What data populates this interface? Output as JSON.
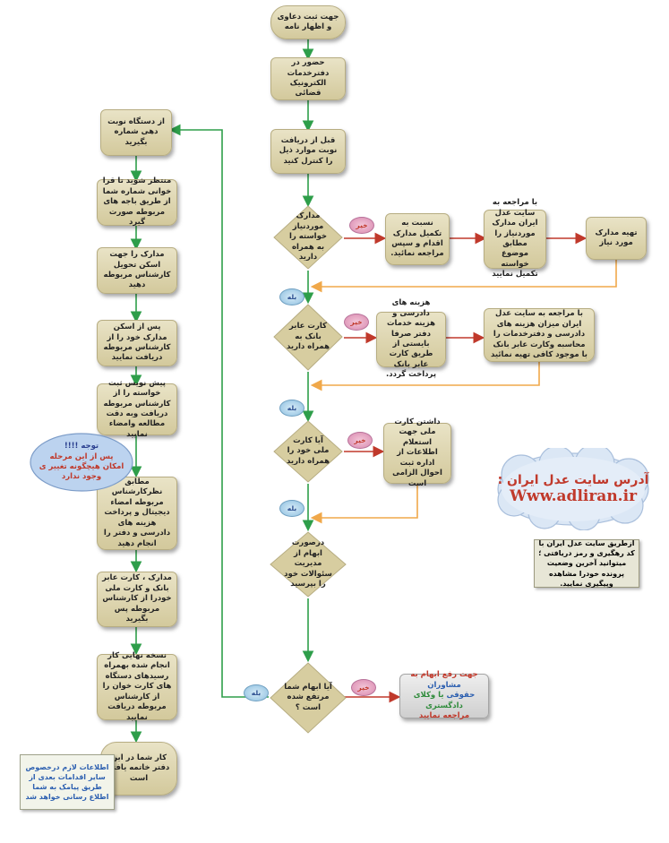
{
  "nodes": {
    "start": "جهت ثبت دعاوی و اظهار نامه",
    "step1": "حضور در دفترخدمات الکترونیک قضائی",
    "step2": "قبل از دریافت نوبت موارد ذیل را کنترل کنید",
    "d1": "مدارک موردنیاز خواسته را به همراه دارید",
    "d1_no_a": "نسبت به تکمیل مدارک اقدام و سپس مراجعه نمائید.",
    "d1_no_b": "با مراجعه به سایت عدل ایران مدارک موردنیاز را مطابق موضوع خواسته تکمیل نمایید",
    "d1_no_c": "تهیه مدارک مورد نیاز",
    "d2": "کارت عابر بانک به همراه دارید",
    "d2_no_a": "هزینه های دادرسی و هزینه خدمات دفتر صرفا بایستی از طریق کارت عابر بانک پرداخت گردد.",
    "d2_no_b": "با مراجعه به سایت عدل ایران میزان هزینه های دادرسی و دفترخدمات را محاسبه وکارت عابر بانک با موجود کافی تهیه نمائید",
    "d3": "آیا کارت ملی خود را همراه دارید",
    "d3_no": "داشتن کارت ملی جهت استعلام اطلاعات از اداره ثبت احوال الزامی است",
    "d4": "درصورت ابهام از مدیریت سئوالات خود را بپرسید",
    "d5": "آیا ابهام شما مرتفع شده است ؟",
    "d5_no_line1": "جهت رفع ابهام به",
    "d5_no_line1b": "مشاوران",
    "d5_no_line2": "حقوقی",
    "d5_no_line2b": "یا وکلای دادگستری",
    "d5_no_line3": "مراجعه نمایید",
    "l1": "از دستگاه نوبت دهی شماره بگیرید",
    "l2": "منتظر شوید تا قرا خوانی شماره شما از طریق باجه های مربوطه صورت گیرد",
    "l3": "مدارک را جهت اسکن تحویل کارشناس مربوطه دهید",
    "l4": "پس از اسکن مدارک خود را از کارشناس مربوطه دریافت نمایید",
    "l5": "پیش نویس ثبت خواسته را از کارشناس مربوطه دریافت وبه دقت مطالعه وامضاء نمایید",
    "l6": "مطابق نظرکارشناس مربوطه امضاء دیجیتال و پرداخت هزینه های دادرسی و دفتر را انجام دهید",
    "l7": "مدارک ، کارت عابر بانک و کارت ملی خودرا از کارشناس مربوطه پس بگیرید",
    "l8": "نسخه نهایی کار انجام شده بهمراه رسیدهای دستگاه های کارت خوان را از کارشناس مربوطه دریافت نمایید",
    "l9": "کار شما در این دفتر خاتمه یافته است"
  },
  "tags": {
    "no": "خیر",
    "yes": "بله"
  },
  "warning": {
    "title": "توجه !!!!",
    "body": "پس از این مرحله امکان هیچگونه تغییر ی وجود ندارد"
  },
  "site": {
    "title": "آدرس سایت عدل ایران :",
    "url": "Www.adliran.ir"
  },
  "site_info": "ازطریق سایت عدل ایران با کد رهگیری و رمز دریافتی ؛ میتوانید آخرین وضعیت پرونده خودرا مشاهده وپیگیری نمایید.",
  "sms_note": "اطلاعات لازم درخصوص سایر اقدامات بعدی از طریق پیامک به شما اطلاع رسانی خواهد شد",
  "colors": {
    "green": "#2e9e4a",
    "red": "#c0392b",
    "orange": "#f0a84a",
    "box": "#d9cfa3"
  }
}
